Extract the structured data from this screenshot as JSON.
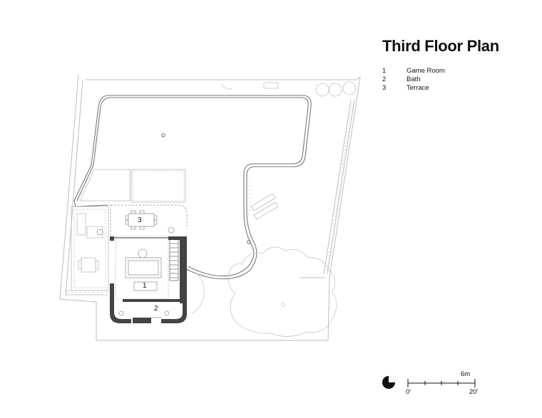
{
  "title": "Third Floor Plan",
  "legend": [
    {
      "num": "1",
      "label": "Game Room"
    },
    {
      "num": "2",
      "label": "Bath"
    },
    {
      "num": "3",
      "label": "Terrace"
    }
  ],
  "rooms": {
    "r1": "1",
    "r2": "2",
    "r3": "3"
  },
  "scale": {
    "metric": "6m",
    "zero": "0'",
    "imperial": "20'"
  },
  "icons": {
    "north": "north-arrow-icon"
  }
}
